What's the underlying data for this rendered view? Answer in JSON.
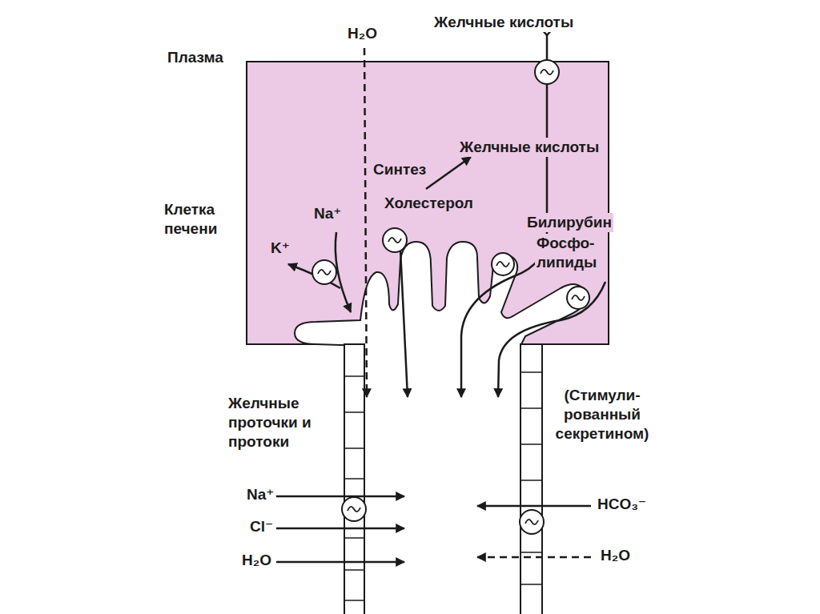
{
  "diagram": {
    "labels": [
      "Плазма",
      "H₂O",
      "Желчные кислоты",
      "Синтез",
      "Желчные кислоты",
      "Клетка печени",
      "Na⁺",
      "K⁺",
      "Холестерол",
      "Билирубин",
      "Фосфо-липиды",
      "Желчные проточки и протоки",
      "(Стимули-рованный секретином)",
      "Na⁺",
      "Cl⁻",
      "H₂O",
      "HCO₃⁻",
      "H₂O"
    ]
  }
}
